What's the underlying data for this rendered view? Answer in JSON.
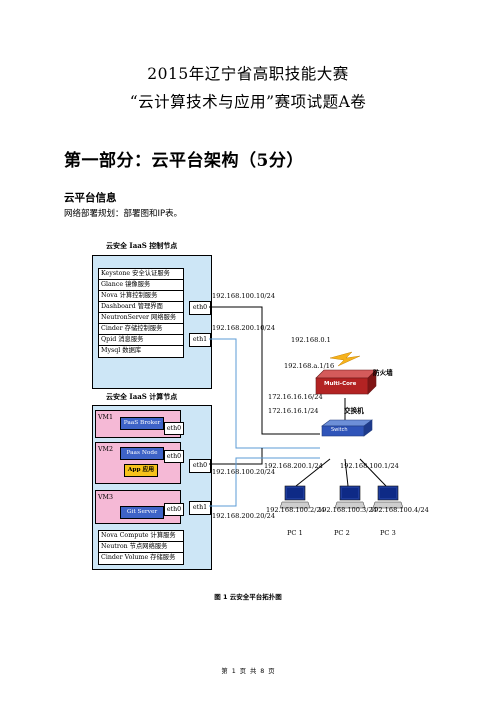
{
  "header": {
    "title_line1": "2015年辽宁省高职技能大赛",
    "title_line2": "“云计算技术与应用”赛项试题A卷"
  },
  "section": {
    "heading": "第一部分：云平台架构（5分）",
    "subheading": "云平台信息",
    "intro": "网络部署规划：部署图和IP表。"
  },
  "diagram": {
    "control_node": {
      "title": "云安全 IaaS 控制节点",
      "services": [
        "Keystone 安全认证服务",
        "Glance 镜像服务",
        "Nova 计算控制服务",
        "Dashboard 管理界面",
        "NeutronServer 网络服务",
        "Cinder 存储控制服务",
        "Qpid 消息服务",
        "Mysql 数据库"
      ],
      "eth0": "eth0",
      "eth1": "eth1"
    },
    "compute_node": {
      "title": "云安全 IaaS 计算节点",
      "vm1": {
        "label": "VM1",
        "service": "PaaS Broker",
        "eth": "eth0"
      },
      "vm2": {
        "label": "VM2",
        "service": "Paas Node",
        "app": "App 应用",
        "eth": "eth0"
      },
      "vm3": {
        "label": "VM3",
        "service": "Git Server",
        "eth": "eth0"
      },
      "eth0": "eth0",
      "eth1": "eth1",
      "services": [
        "Nova Compute 计算服务",
        "Neutron 节点网络服务",
        "Cinder Volume 存储服务"
      ]
    },
    "ips": {
      "ctrl_eth0": "192.168.100.10/24",
      "ctrl_eth1": "192.168.200.10/24",
      "gateway": "192.168.0.1",
      "fw_inner": "192.168.a.1/16",
      "firewall_label": "防火墙",
      "firewall_device": "Multi-Core",
      "sw_ip1": "172.16.16.16/24",
      "sw_ip2": "172.16.16.1/24",
      "switch_label": "交换机",
      "switch_device": "Switch",
      "sw_vlan200": "192.168.200.1/24",
      "sw_vlan100": "192.168.100.1/24",
      "comp_eth0": "192.168.100.20/24",
      "comp_eth1": "192.168.200.20/24",
      "pc1_ip": "192.168.100.2/24",
      "pc2_ip": "192.168.100.3/24",
      "pc3_ip": "192.168.100.4/24"
    },
    "pcs": [
      "PC 1",
      "PC 2",
      "PC 3"
    ],
    "caption": "图 1 云安全平台拓扑图"
  },
  "footer": {
    "page": "第 1 页 共 8 页"
  }
}
